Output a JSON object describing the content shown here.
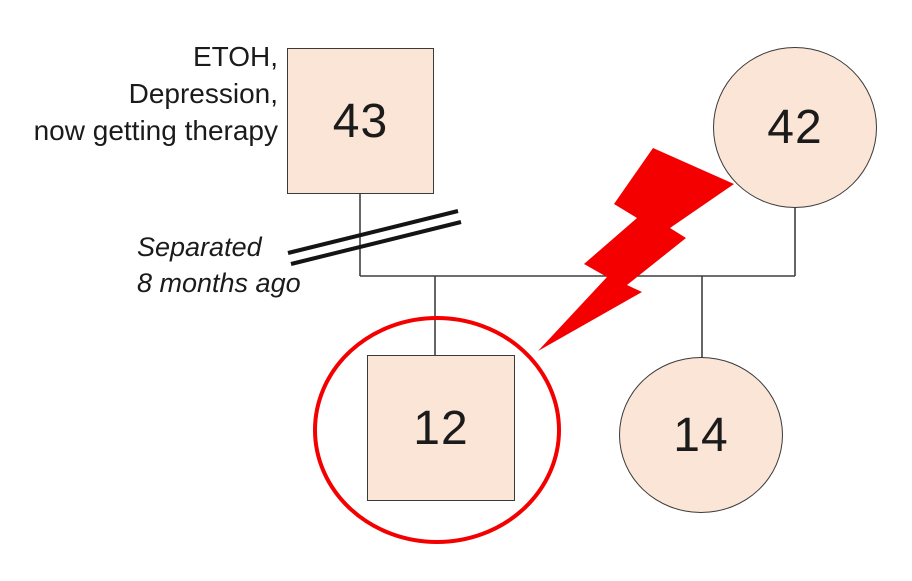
{
  "genogram": {
    "father": {
      "age": "43",
      "note_lines": [
        "ETOH,",
        "Depression,",
        "now getting therapy"
      ]
    },
    "mother": {
      "age": "42"
    },
    "son": {
      "age": "12"
    },
    "daughter": {
      "age": "14"
    },
    "separation_note_lines": [
      "Separated",
      "8 months ago"
    ],
    "colors": {
      "shape_fill": "#fae5d6",
      "shape_outline": "#3a3a3a",
      "connector_line": "#3f3f3f",
      "separation_slash": "#141414",
      "conflict_red": "#f40000",
      "index_ring_red": "#f40000",
      "text": "#1b1b1b"
    }
  }
}
